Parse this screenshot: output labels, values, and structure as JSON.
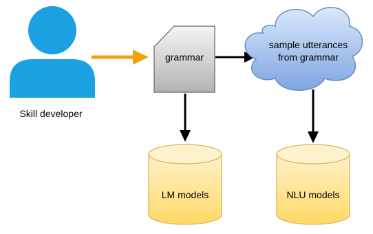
{
  "nodes": {
    "developer": {
      "label": "Skill developer",
      "icon": "person-icon",
      "color": "#1ba1e2"
    },
    "grammar": {
      "label": "grammar",
      "shape": "card-document"
    },
    "utterances": {
      "label_line1": "sample utterances",
      "label_line2": "from grammar",
      "shape": "cloud"
    },
    "lm_models": {
      "label": "LM models",
      "shape": "cylinder"
    },
    "nlu_models": {
      "label": "NLU models",
      "shape": "cylinder"
    }
  },
  "edges": [
    {
      "from": "Skill developer",
      "to": "grammar",
      "color": "#f0a30a"
    },
    {
      "from": "grammar",
      "to": "sample utterances from grammar",
      "color": "#000000"
    },
    {
      "from": "grammar",
      "to": "LM models",
      "color": "#000000"
    },
    {
      "from": "sample utterances from grammar",
      "to": "NLU models",
      "color": "#000000"
    }
  ],
  "colors": {
    "person": "#1ba1e2",
    "developer_arrow": "#f0a30a",
    "cloud_fill_top": "#dae8fc",
    "cloud_fill_bottom": "#7ea6e0",
    "cloud_stroke": "#6c8ebf",
    "cylinder_fill_top": "#fff2cc",
    "cylinder_fill_bottom": "#ffd966",
    "cylinder_stroke": "#d6b656",
    "card_fill_top": "#f5f5f5",
    "card_fill_bottom": "#b3b3b3",
    "card_stroke": "#666666"
  }
}
